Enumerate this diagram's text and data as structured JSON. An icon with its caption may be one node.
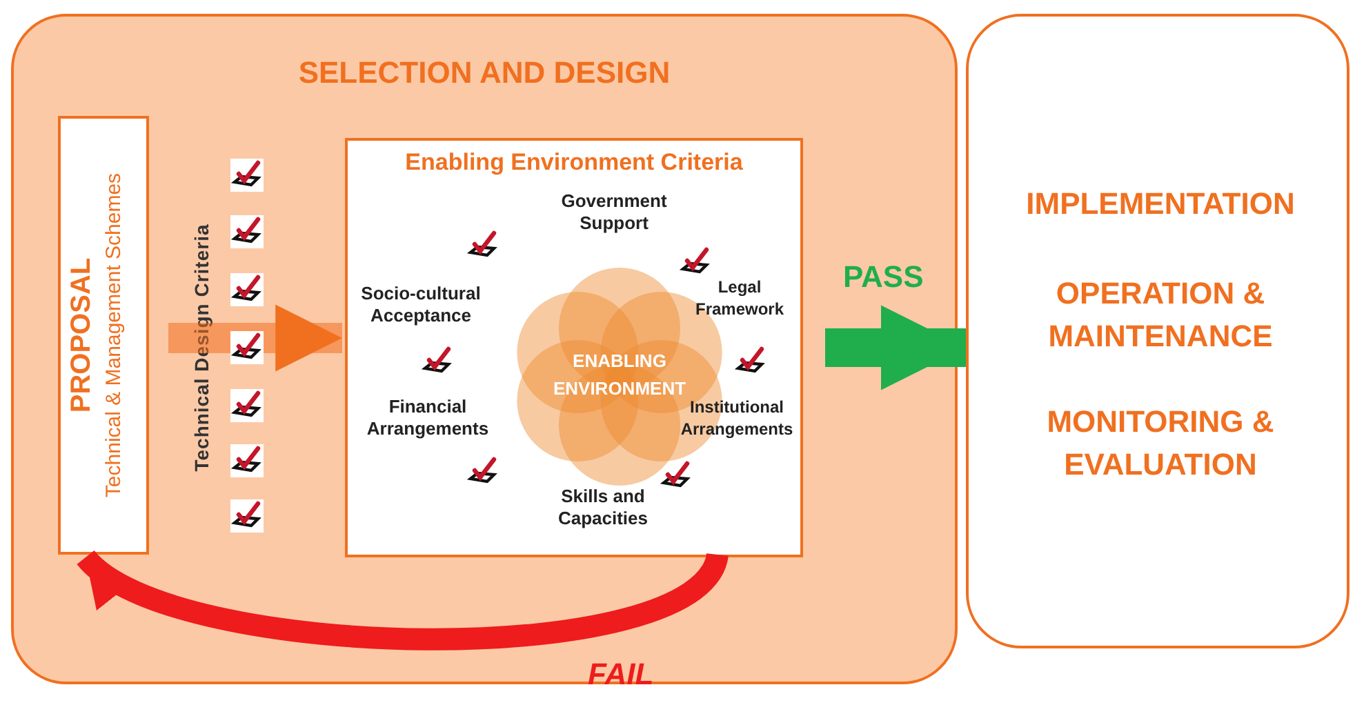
{
  "diagram": {
    "nodes": [
      {
        "text": [
          "SELECTION AND DESIGN"
        ]
      },
      {
        "text": [
          "PROPOSAL",
          "Technical & Management Schemes"
        ],
        "in": 0
      },
      {
        "text": [
          "Technical Design Criteria"
        ],
        "in": 0
      },
      {
        "text": [
          "Enabling Environment Criteria"
        ],
        "in": 0
      },
      {
        "text": [
          "ENABLING ENVIRONMENT"
        ],
        "in": 3
      },
      {
        "text": [
          "IMPLEMENTATION",
          "OPERATION & MAINTENANCE",
          "MONITORING & EVALUATION"
        ]
      }
    ],
    "edges": [
      {
        "from": 2,
        "to": 3,
        "arrow": "to",
        "color": "#f07020"
      },
      {
        "from": 3,
        "to": 5,
        "arrow": "to",
        "label": "PASS",
        "color": "#1fae4b"
      },
      {
        "from": 3,
        "to": 1,
        "arrow": "to",
        "label": "FAIL",
        "color": "#ee1c1c"
      }
    ],
    "labels": [
      "Government Support",
      "Socio-cultural Acceptance",
      "Legal Framework",
      "Financial Arrangements",
      "Institutional Arrangements",
      "Skills and Capacities"
    ]
  }
}
